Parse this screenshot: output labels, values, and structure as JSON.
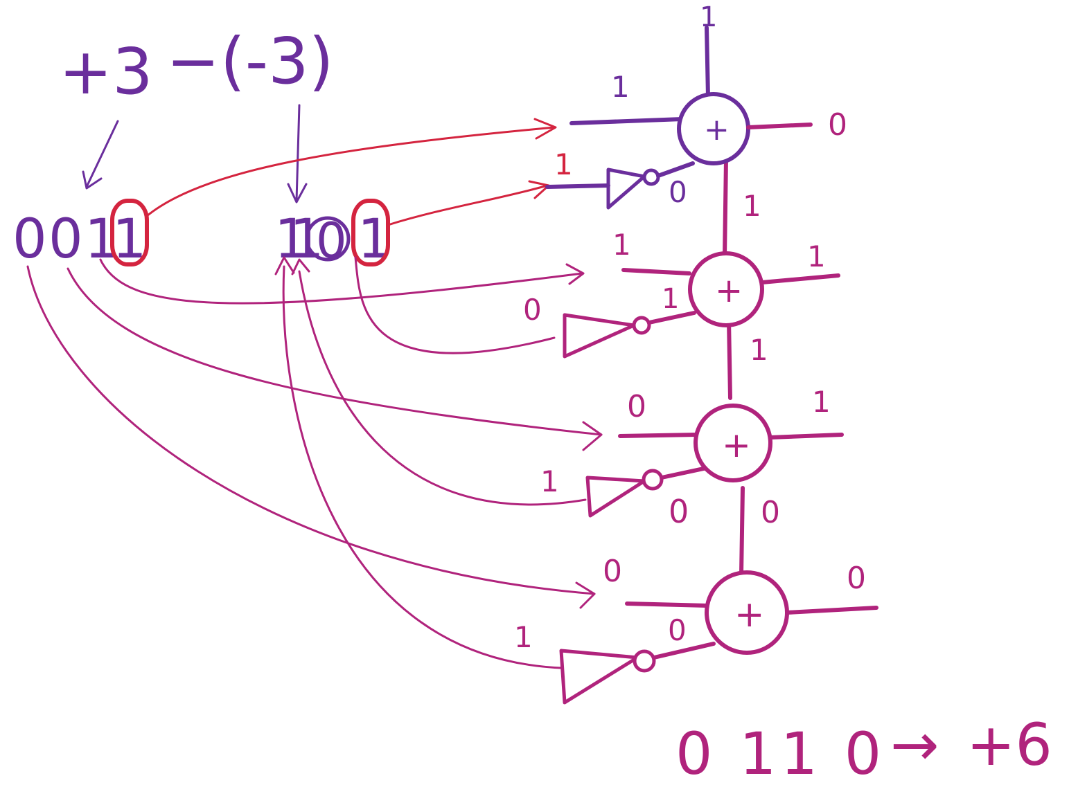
{
  "expression": {
    "operand_a": "+3",
    "operator": "−",
    "operand_b": "(-3)"
  },
  "input_a_bits": [
    "0",
    "0",
    "1",
    "1"
  ],
  "input_b_bits": [
    "1",
    "1",
    "0",
    "1"
  ],
  "adders": [
    {
      "symbol": "+",
      "carry_in": "1",
      "a_in": "1",
      "b_in": "1",
      "b_inverted": "0",
      "sum_out": "0",
      "carry_out": "1"
    },
    {
      "symbol": "+",
      "a_in": "1",
      "b_in": "0",
      "b_inverted": "1",
      "sum_out": "1",
      "carry_out": "1"
    },
    {
      "symbol": "+",
      "a_in": "0",
      "b_in": "1",
      "b_inverted": "0",
      "sum_out": "1",
      "carry_out": "0"
    },
    {
      "symbol": "+",
      "a_in": "0",
      "b_in": "1",
      "b_inverted": "0",
      "sum_out": "0"
    }
  ],
  "result": {
    "bits": "0 11 0",
    "arrow": "→",
    "value": "+6"
  },
  "colors": {
    "purple": "#6a2e9c",
    "magenta": "#b0237c",
    "red": "#d4243f"
  }
}
